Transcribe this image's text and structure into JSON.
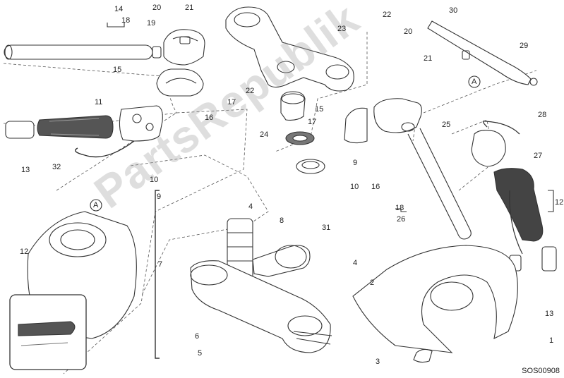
{
  "watermark": "PartsRepublik",
  "diagram_code": "SOS00908",
  "reference_marker": "A",
  "callouts": [
    "14",
    "18",
    "20",
    "21",
    "19",
    "15",
    "17",
    "16",
    "11",
    "13",
    "32",
    "22",
    "23",
    "22",
    "20",
    "21",
    "24",
    "15",
    "17",
    "9",
    "10",
    "16",
    "25",
    "18",
    "26",
    "30",
    "29",
    "28",
    "27",
    "12",
    "13",
    "10",
    "9",
    "4",
    "8",
    "31",
    "7",
    "6",
    "5",
    "4",
    "2",
    "3",
    "1",
    "12",
    "22"
  ]
}
